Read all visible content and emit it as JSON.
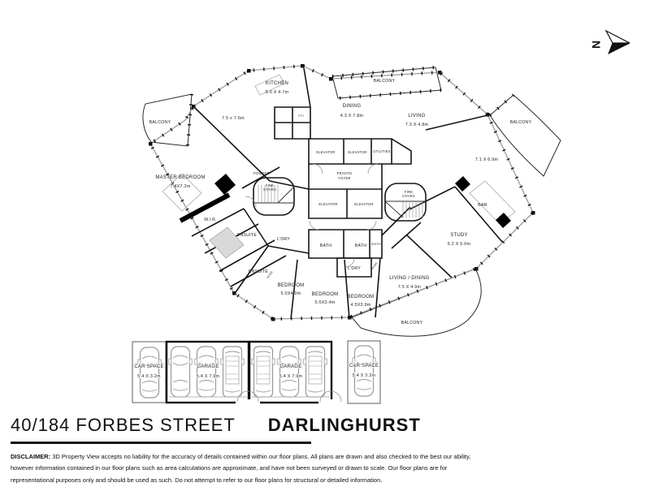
{
  "north": {
    "label": "N"
  },
  "plan": {
    "balcony_top_left": {
      "name": "BALCONY"
    },
    "family": {
      "dims": "7.5 x 7.6m"
    },
    "kitchen": {
      "name": "KITCHEN",
      "dims": "5.0 X 4.7m"
    },
    "pantry": {
      "name": "PTY"
    },
    "balcony_top": {
      "name": "BALCONY"
    },
    "dining": {
      "name": "DINING",
      "dims": "4.3 X 7.8m"
    },
    "living": {
      "name": "LIVING",
      "dims": "7.3 X 4.8m"
    },
    "balcony_right": {
      "name": "BALCONY"
    },
    "living_right": {
      "dims": "7.1 X 6.9m"
    },
    "master_bedroom": {
      "name": "MASTER BEDROOM",
      "dims": "7.4X7.2m"
    },
    "wir": {
      "name": "W.I.R."
    },
    "powder": {
      "name": "POWDER"
    },
    "ensuite": {
      "name": "ENSUITE"
    },
    "ldry": {
      "name": "L'DRY"
    },
    "fire_stairs": {
      "line1": "FIRE",
      "line2": "STAIRS"
    },
    "elevator": {
      "name": "ELEVATOR"
    },
    "utilities": {
      "name": "UTILITIES"
    },
    "private_foyer": {
      "line1": "PRIVATE",
      "line2": "FOYER"
    },
    "bath": {
      "name": "BATH"
    },
    "entry": {
      "name": "ENTRY"
    },
    "robe": {
      "name": "ROBE"
    },
    "bedroom_1": {
      "name": "BEDROOM",
      "dims": "5.0X4.0m"
    },
    "bedroom_2": {
      "name": "BEDROOM",
      "dims": "5.6X3.4m"
    },
    "bedroom_3": {
      "name": "BEDROOM",
      "dims": "4.5X3.9m"
    },
    "living_dining": {
      "name": "LIVING / DINING",
      "dims": "7.5 X 4.9m"
    },
    "balcony_bottom": {
      "name": "BALCONY"
    },
    "study": {
      "name": "STUDY",
      "dims": "5.2 X 5.0m"
    },
    "bar": {
      "name": "BAR"
    }
  },
  "garage": {
    "car_space_left": {
      "name": "CAR SPACE",
      "dims": "5.4 X 3.2m"
    },
    "garage_left": {
      "name": "GARAGE",
      "dims": "5.4 X 7.9m"
    },
    "garage_right": {
      "name": "GARAGE",
      "dims": "5.4 X 7.9m"
    },
    "car_space_right": {
      "name": "CAR SPACE",
      "dims": "5.4 X 3.2m"
    }
  },
  "footer": {
    "street": "40/184 FORBES STREET",
    "suburb": "DARLINGHURST",
    "disclaimer_label": "DISCLAIMER:",
    "disclaimer_text": " 3D Property View accepts no liability for the accuracy of details contained within our floor plans. All plans are drawn and also checked to the best our ability, however information contained in our floor plans such as area calculations are approximate, and have not been surveyed or drawn to scale. Our floor plans are for representational purposes only and should be used as such. Do not attempt to refer to our floor plans for structural or detailed information."
  }
}
